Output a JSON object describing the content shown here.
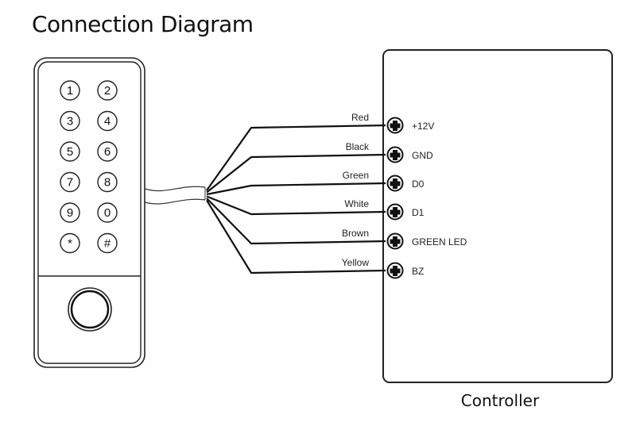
{
  "title": "Connection Diagram",
  "keypad": {
    "keys": [
      "1",
      "2",
      "3",
      "4",
      "5",
      "6",
      "7",
      "8",
      "9",
      "0",
      "*",
      "#"
    ]
  },
  "wires": [
    {
      "color": "Red",
      "terminal": "+12V"
    },
    {
      "color": "Black",
      "terminal": "GND"
    },
    {
      "color": "Green",
      "terminal": "D0"
    },
    {
      "color": "White",
      "terminal": "D1"
    },
    {
      "color": "Brown",
      "terminal": "GREEN LED"
    },
    {
      "color": "Yellow",
      "terminal": "BZ"
    }
  ],
  "controller": {
    "label": "Controller"
  }
}
